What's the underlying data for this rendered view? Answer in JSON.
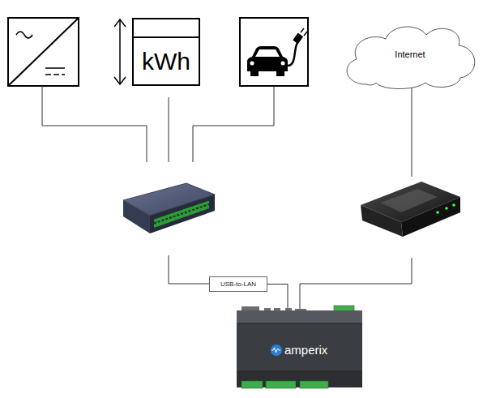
{
  "diagram": {
    "nodes": [
      {
        "text": [
          "kWh"
        ]
      },
      {
        "text": [
          "Internet"
        ]
      },
      {
        "text": [
          "USB-to-LAN"
        ]
      },
      {
        "text": [
          "amperix"
        ]
      }
    ],
    "edges": [
      {
        "from": 2,
        "to": 3,
        "arrow": "none"
      }
    ]
  }
}
